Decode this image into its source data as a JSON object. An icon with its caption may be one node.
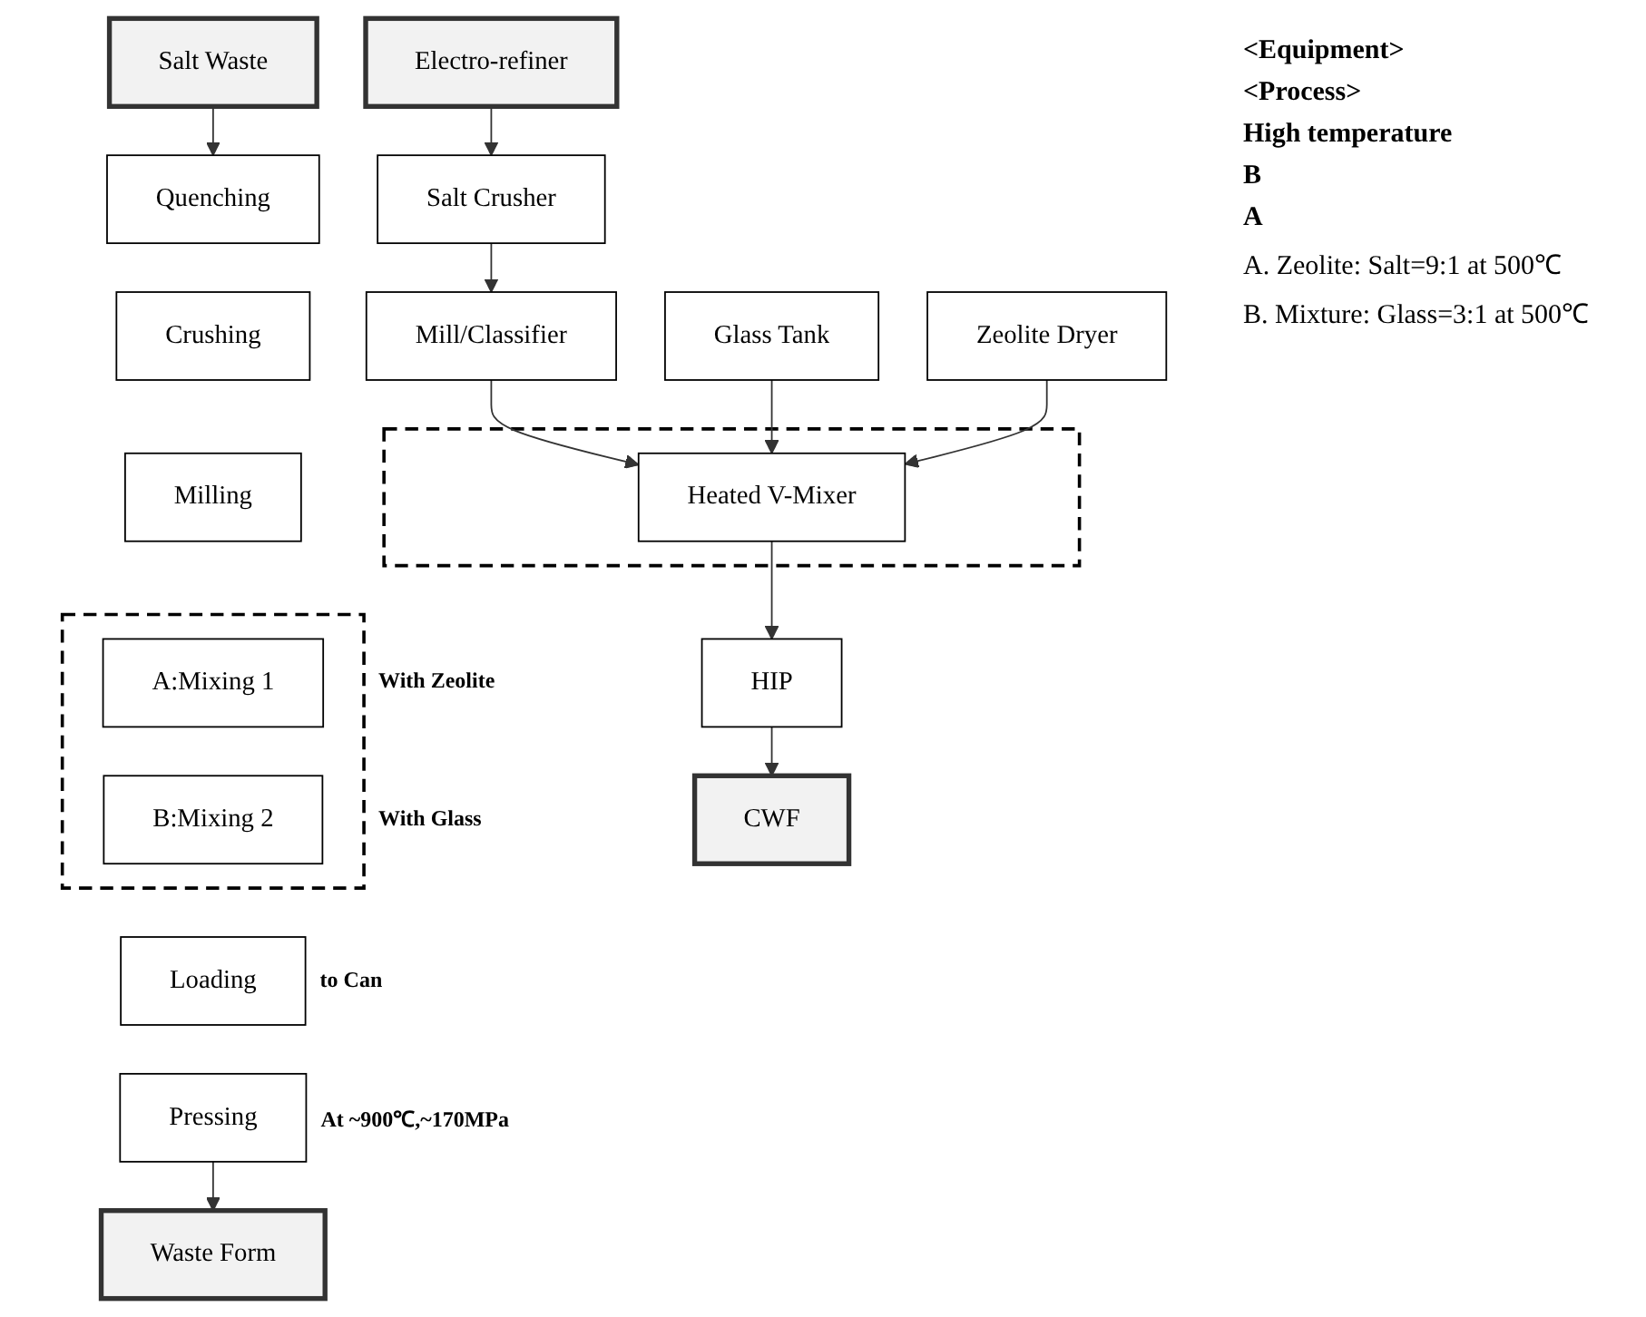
{
  "diagram": {
    "nodes": [
      {
        "text": [
          "Electro-refiner"
        ]
      },
      {
        "text": [
          "Salt Crusher"
        ]
      },
      {
        "text": [
          "Mill/Classifier"
        ]
      },
      {
        "text": [
          "Glass Tank"
        ]
      },
      {
        "text": [],
        "shape": "box"
      },
      {
        "text": [
          "Heated V-Mixer"
        ],
        "in": 4
      },
      {
        "text": [
          "Zeolite Dryer"
        ]
      },
      {
        "text": [
          "HIP"
        ]
      },
      {
        "text": [
          "CWF"
        ]
      },
      {
        "text": [
          "Salt Waste"
        ]
      },
      {
        "text": [
          "Quenching"
        ]
      },
      {
        "text": [
          "Crushing"
        ]
      },
      {
        "text": [
          "Milling"
        ]
      },
      {
        "text": [],
        "shape": "box"
      },
      {
        "text": [
          "A:Mixing 1"
        ],
        "in": 13,
        "beside": [
          "With Zeolite"
        ]
      },
      {
        "text": [
          "B:Mixing 2"
        ],
        "in": 13,
        "beside": [
          "With Glass"
        ]
      },
      {
        "text": [
          "Loading"
        ],
        "beside": [
          "to Can"
        ]
      },
      {
        "text": [
          "Pressing"
        ],
        "beside": [
          "At ~900℃,~170MPa"
        ]
      },
      {
        "text": [
          "Waste Form"
        ]
      }
    ],
    "edges": [
      {
        "from": 0,
        "to": 1,
        "arrow": "to"
      },
      {
        "from": 1,
        "to": 2,
        "arrow": "to"
      },
      {
        "from": 2,
        "to": 5,
        "arrow": "to"
      },
      {
        "from": 3,
        "to": 5,
        "arrow": "to"
      },
      {
        "from": 6,
        "to": 5,
        "arrow": "to"
      },
      {
        "from": 5,
        "to": 7,
        "arrow": "to"
      },
      {
        "from": 7,
        "to": 8,
        "arrow": "to"
      },
      {
        "from": 9,
        "to": 10,
        "arrow": "to"
      },
      {
        "from": 17,
        "to": 18,
        "arrow": "to"
      }
    ],
    "labels": [
      "<Equipment>",
      "<Process>",
      "High temperature",
      "B",
      "A",
      "A. Zeolite: Salt=9:1 at 500℃",
      "B. Mixture: Glass=3:1 at 500℃"
    ]
  }
}
